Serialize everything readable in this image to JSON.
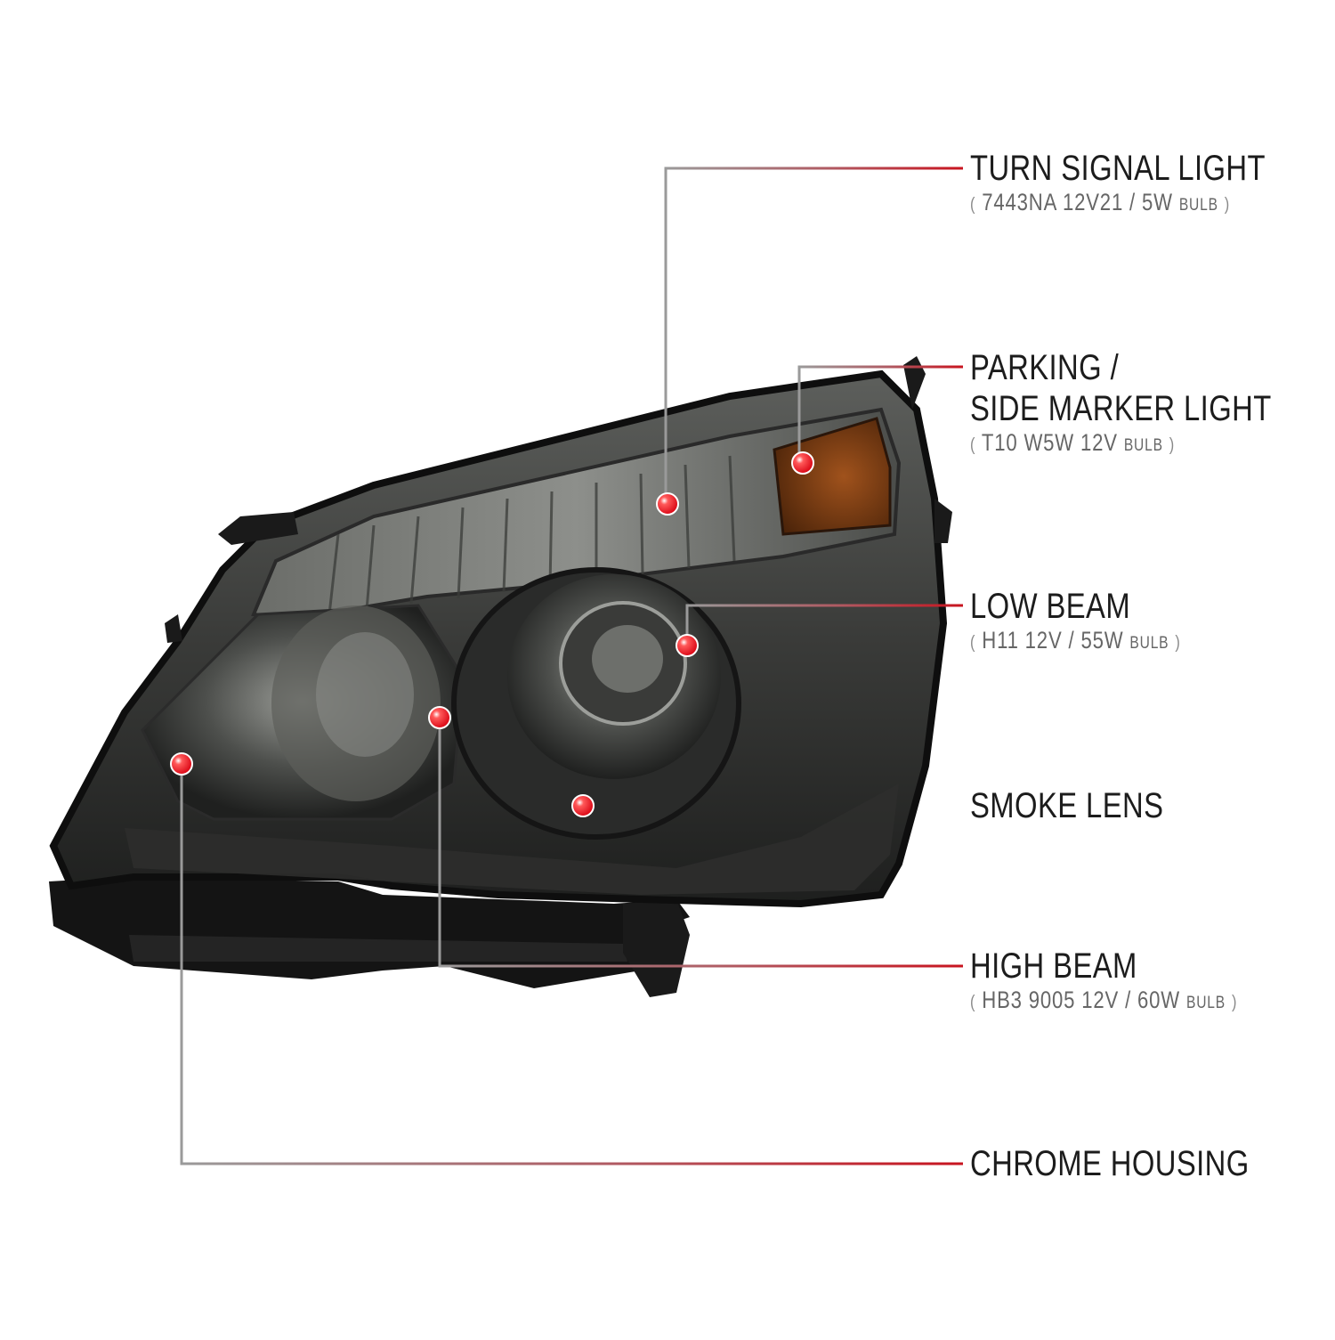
{
  "colors": {
    "leader_line": "#bf1e2e",
    "leader_grey": "#9a9a9a",
    "marker_red": "#e0101c",
    "lens_smoke": "#2f302f",
    "amber": "#7a3a12"
  },
  "callouts": [
    {
      "id": "turn-signal",
      "title": "TURN SIGNAL LIGHT",
      "spec": "7443NA  12V21 / 5W",
      "bulb": "BULB"
    },
    {
      "id": "parking",
      "title": "PARKING /",
      "title2": "SIDE MARKER LIGHT",
      "spec": "T10  W5W  12V",
      "bulb": "BULB"
    },
    {
      "id": "low-beam",
      "title": "LOW BEAM",
      "spec": "H11  12V / 55W",
      "bulb": "BULB"
    },
    {
      "id": "smoke-lens",
      "title": "SMOKE LENS"
    },
    {
      "id": "high-beam",
      "title": "HIGH BEAM",
      "spec": "HB3  9005  12V / 60W",
      "bulb": "BULB"
    },
    {
      "id": "chrome-housing",
      "title": "CHROME HOUSING"
    }
  ]
}
